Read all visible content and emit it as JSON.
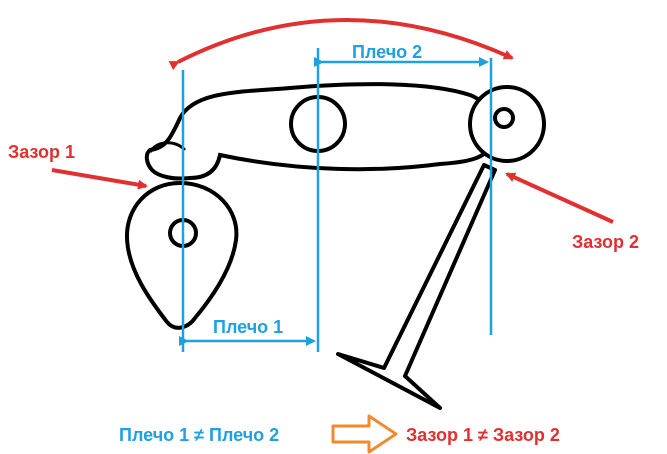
{
  "labels": {
    "arm2": "Плечо 2",
    "arm1": "Плечо 1",
    "gap1": "Зазор 1",
    "gap2": "Зазор 2",
    "formula_left": "Плечо 1 ≠ Плечо 2",
    "formula_right": "Зазор 1 ≠ Зазор 2"
  },
  "colors": {
    "outline": "#000000",
    "measure": "#1fa0e0",
    "clearance": "#e03030",
    "implication_arrow": "#f08a30"
  }
}
